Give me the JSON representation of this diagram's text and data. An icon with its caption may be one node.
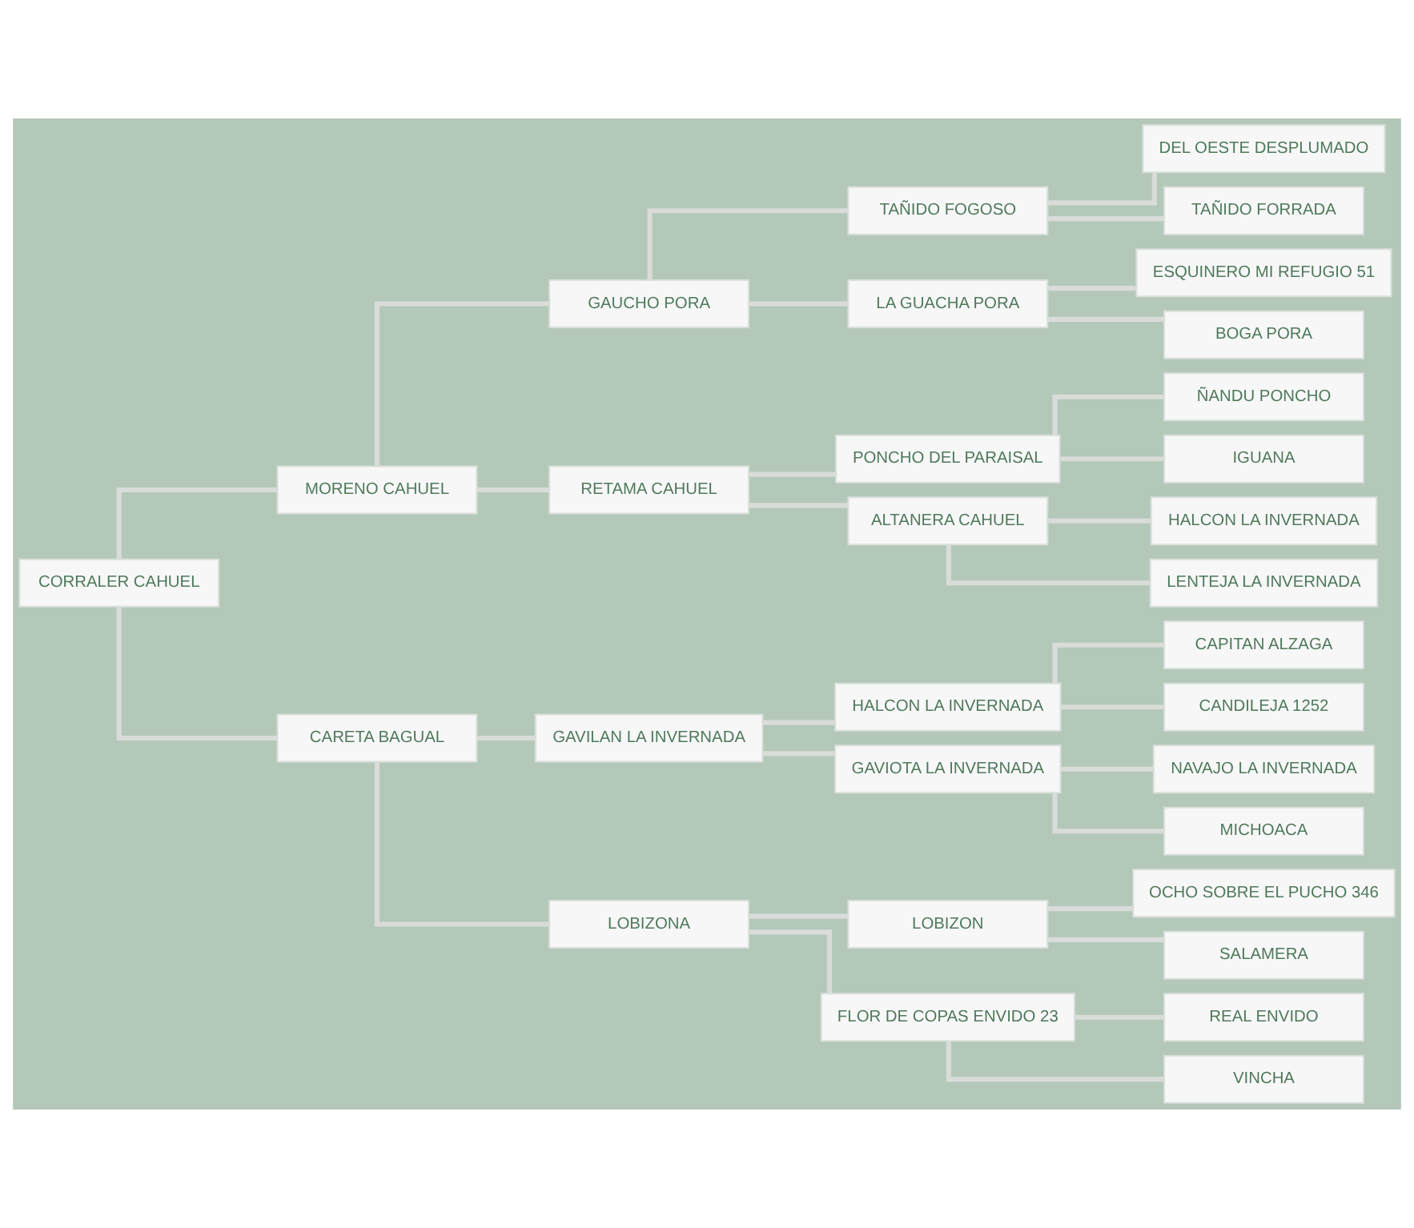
{
  "diagram": {
    "nodes": [
      {
        "text": [
          "CORRALER CAHUEL"
        ]
      },
      {
        "text": [
          "MORENO CAHUEL"
        ]
      },
      {
        "text": [
          "CARETA BAGUAL"
        ]
      },
      {
        "text": [
          "GAUCHO PORA"
        ]
      },
      {
        "text": [
          "RETAMA CAHUEL"
        ]
      },
      {
        "text": [
          "GAVILAN LA INVERNADA"
        ]
      },
      {
        "text": [
          "LOBIZONA"
        ]
      },
      {
        "text": [
          "TAÑIDO FOGOSO"
        ]
      },
      {
        "text": [
          "LA GUACHA PORA"
        ]
      },
      {
        "text": [
          "PONCHO DEL PARAISAL"
        ]
      },
      {
        "text": [
          "ALTANERA CAHUEL"
        ]
      },
      {
        "text": [
          "HALCON LA INVERNADA"
        ]
      },
      {
        "text": [
          "GAVIOTA LA INVERNADA"
        ]
      },
      {
        "text": [
          "LOBIZON"
        ]
      },
      {
        "text": [
          "FLOR DE COPAS ENVIDO 23"
        ]
      },
      {
        "text": [
          "DEL OESTE DESPLUMADO"
        ]
      },
      {
        "text": [
          "TAÑIDO FORRADA"
        ]
      },
      {
        "text": [
          "ESQUINERO MI REFUGIO 51"
        ]
      },
      {
        "text": [
          "BOGA PORA"
        ]
      },
      {
        "text": [
          "ÑANDU PONCHO"
        ]
      },
      {
        "text": [
          "IGUANA"
        ]
      },
      {
        "text": [
          "HALCON LA INVERNADA"
        ]
      },
      {
        "text": [
          "LENTEJA LA INVERNADA"
        ]
      },
      {
        "text": [
          "CAPITAN ALZAGA"
        ]
      },
      {
        "text": [
          "CANDILEJA 1252"
        ]
      },
      {
        "text": [
          "NAVAJO LA INVERNADA"
        ]
      },
      {
        "text": [
          "MICHOACA"
        ]
      },
      {
        "text": [
          "OCHO SOBRE EL PUCHO 346"
        ]
      },
      {
        "text": [
          "SALAMERA"
        ]
      },
      {
        "text": [
          "REAL ENVIDO"
        ]
      },
      {
        "text": [
          "VINCHA"
        ]
      }
    ],
    "edges": [
      {
        "from": 0,
        "to": 1,
        "arrow": "none"
      },
      {
        "from": 0,
        "to": 2,
        "arrow": "none"
      },
      {
        "from": 1,
        "to": 3,
        "arrow": "none"
      },
      {
        "from": 1,
        "to": 4,
        "arrow": "none"
      },
      {
        "from": 2,
        "to": 5,
        "arrow": "none"
      },
      {
        "from": 2,
        "to": 6,
        "arrow": "none"
      },
      {
        "from": 3,
        "to": 7,
        "arrow": "none"
      },
      {
        "from": 3,
        "to": 8,
        "arrow": "none"
      },
      {
        "from": 4,
        "to": 9,
        "arrow": "none"
      },
      {
        "from": 4,
        "to": 10,
        "arrow": "none"
      },
      {
        "from": 5,
        "to": 11,
        "arrow": "none"
      },
      {
        "from": 5,
        "to": 12,
        "arrow": "none"
      },
      {
        "from": 6,
        "to": 13,
        "arrow": "none"
      },
      {
        "from": 6,
        "to": 14,
        "arrow": "none"
      },
      {
        "from": 7,
        "to": 15,
        "arrow": "none"
      },
      {
        "from": 7,
        "to": 16,
        "arrow": "none"
      },
      {
        "from": 8,
        "to": 17,
        "arrow": "none"
      },
      {
        "from": 8,
        "to": 18,
        "arrow": "none"
      },
      {
        "from": 9,
        "to": 19,
        "arrow": "none"
      },
      {
        "from": 9,
        "to": 20,
        "arrow": "none"
      },
      {
        "from": 10,
        "to": 21,
        "arrow": "none"
      },
      {
        "from": 10,
        "to": 22,
        "arrow": "none"
      },
      {
        "from": 11,
        "to": 23,
        "arrow": "none"
      },
      {
        "from": 11,
        "to": 24,
        "arrow": "none"
      },
      {
        "from": 12,
        "to": 25,
        "arrow": "none"
      },
      {
        "from": 12,
        "to": 26,
        "arrow": "none"
      },
      {
        "from": 13,
        "to": 27,
        "arrow": "none"
      },
      {
        "from": 13,
        "to": 28,
        "arrow": "none"
      },
      {
        "from": 14,
        "to": 29,
        "arrow": "none"
      },
      {
        "from": 14,
        "to": 30,
        "arrow": "none"
      }
    ]
  }
}
